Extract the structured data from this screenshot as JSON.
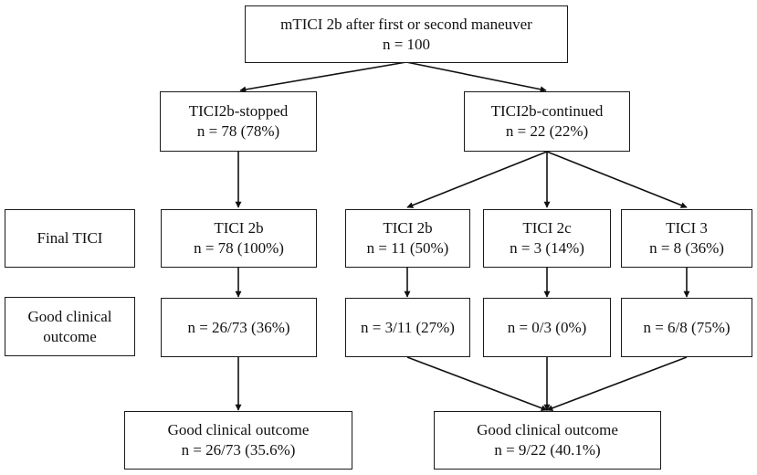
{
  "diagram": {
    "root": {
      "line1": "mTICI 2b after first or second maneuver",
      "line2": "n = 100"
    },
    "stopped": {
      "line1": "TICI2b-stopped",
      "line2": "n = 78 (78%)"
    },
    "continued": {
      "line1": "TICI2b-continued",
      "line2": "n = 22 (22%)"
    },
    "row_labels": {
      "final_tici": "Final TICI",
      "good_outcome_line1": "Good clinical",
      "good_outcome_line2": "outcome"
    },
    "final_tici": {
      "stopped_2b": {
        "line1": "TICI 2b",
        "line2": "n = 78 (100%)"
      },
      "continued_2b": {
        "line1": "TICI 2b",
        "line2": "n = 11 (50%)"
      },
      "continued_2c": {
        "line1": "TICI 2c",
        "line2": "n = 3 (14%)"
      },
      "continued_3": {
        "line1": "TICI 3",
        "line2": "n = 8 (36%)"
      }
    },
    "good_outcome": {
      "stopped_2b": "n = 26/73 (36%)",
      "continued_2b": "n = 3/11 (27%)",
      "continued_2c": "n = 0/3 (0%)",
      "continued_3": "n = 6/8 (75%)"
    },
    "summary": {
      "stopped": {
        "line1": "Good clinical outcome",
        "line2": "n = 26/73 (35.6%)"
      },
      "continued": {
        "line1": "Good clinical outcome",
        "line2": "n = 9/22 (40.1%)"
      }
    }
  }
}
